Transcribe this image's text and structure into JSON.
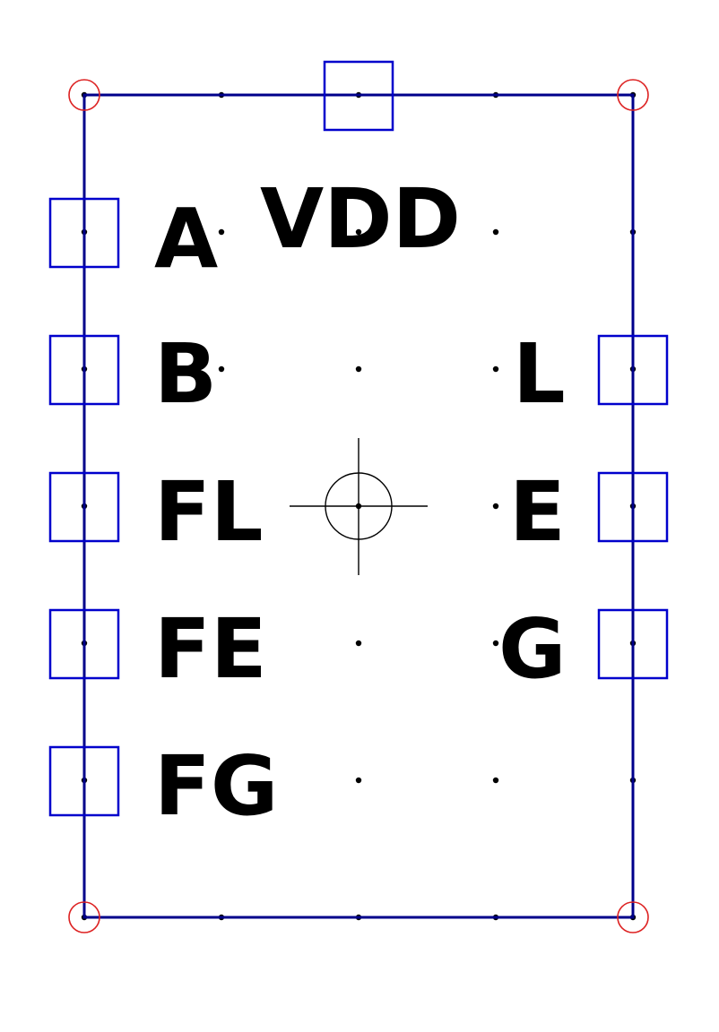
{
  "symbol": {
    "name": "VDD",
    "pins": [
      {
        "id": "A",
        "label": "A",
        "side": "left"
      },
      {
        "id": "B",
        "label": "B",
        "side": "left"
      },
      {
        "id": "FL",
        "label": "FL",
        "side": "left"
      },
      {
        "id": "FE",
        "label": "FE",
        "side": "left"
      },
      {
        "id": "FG",
        "label": "FG",
        "side": "left"
      },
      {
        "id": "L",
        "label": "L",
        "side": "right"
      },
      {
        "id": "E",
        "label": "E",
        "side": "right"
      },
      {
        "id": "G",
        "label": "G",
        "side": "right"
      },
      {
        "id": "VDD",
        "label": "",
        "side": "top"
      }
    ]
  },
  "colors": {
    "outline": "#00008b",
    "pin_box": "#0000cc",
    "corner_marker": "#dd2222",
    "grid_dot": "#000000",
    "label": "#000000",
    "origin_marker": "#000000"
  }
}
